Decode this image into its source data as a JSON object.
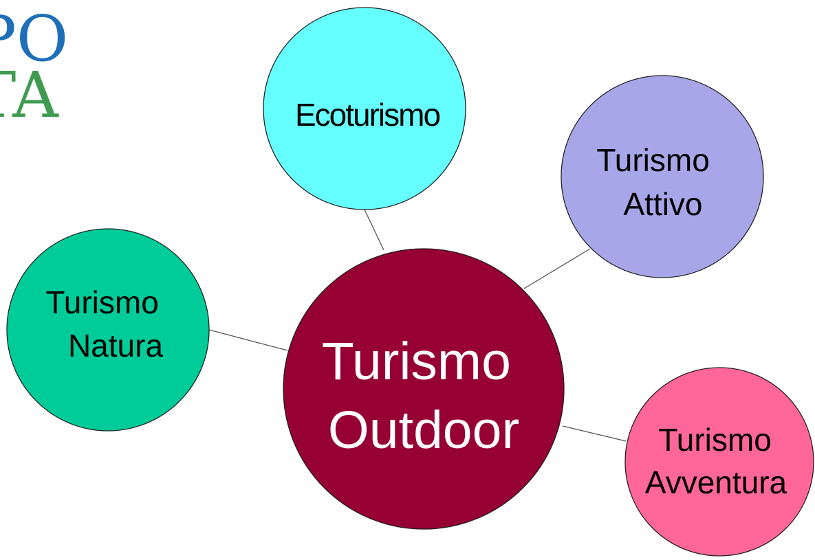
{
  "logo": {
    "line1": "PO",
    "line2": "TA",
    "colors": {
      "line1": "#1F6FB8",
      "line2": "#3E9B4F"
    }
  },
  "center": {
    "lines": [
      "Turismo",
      "Outdoor"
    ],
    "fill": "#960033",
    "text_color": "#ffffff"
  },
  "satellites": [
    {
      "id": "ecoturismo",
      "lines": [
        "Ecoturismo"
      ],
      "fill": "#66FFFF"
    },
    {
      "id": "turismo-attivo",
      "lines": [
        "Turismo",
        "Attivo"
      ],
      "fill": "#A6A6E8"
    },
    {
      "id": "turismo-natura",
      "lines": [
        "Turismo",
        "Natura"
      ],
      "fill": "#00CC99"
    },
    {
      "id": "turismo-avventura",
      "lines": [
        "Turismo",
        "Avventura"
      ],
      "fill": "#FF6699"
    }
  ],
  "colors": {
    "connector": "#555555",
    "outline": "#222222",
    "satellite_text": "#000000"
  }
}
